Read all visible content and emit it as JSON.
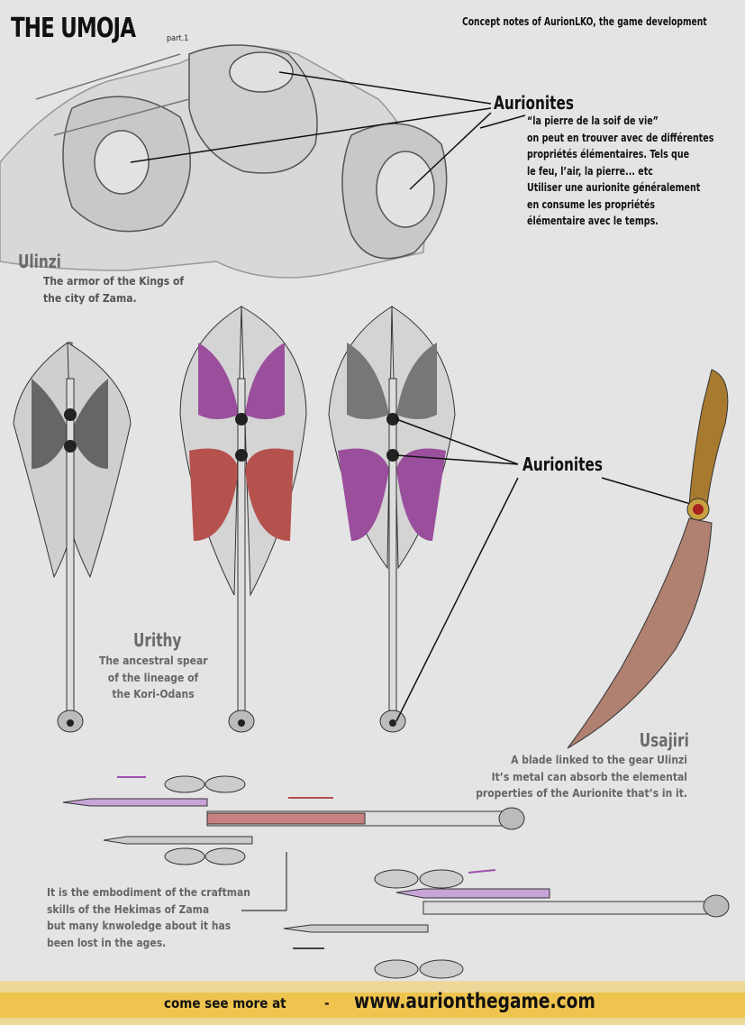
{
  "header": {
    "title": "THE UMOJA",
    "part": "part.1",
    "concept_notes": "Concept notes of AurionLKO, the game development"
  },
  "aurionites_top": {
    "label": "Aurionites",
    "notes": [
      "“la pierre de la soif de vie”",
      "on peut en trouver avec de différentes",
      "propriétés élémentaires. Tels que",
      "le feu, l’air, la pierre... etc",
      "Utiliser une aurionite généralement",
      "en consume les propriétés",
      "élémentaire avec le temps."
    ]
  },
  "ulinzi": {
    "title": "Ulinzi",
    "description": [
      "The armor of the Kings of",
      "the city of Zama."
    ]
  },
  "aurionites_mid": {
    "label": "Aurionites"
  },
  "urithy": {
    "title": "Urithy",
    "description": [
      "The ancestral spear",
      "of the lineage of",
      "the Kori-Odans"
    ]
  },
  "usajiri": {
    "title": "Usajiri",
    "description": [
      "A blade linked to the gear Ulinzi",
      "It’s metal can absorb the elemental",
      "properties of the Aurionite that’s in it."
    ]
  },
  "craft_note": [
    "It is the embodiment of the craftman",
    "skills of the Hekimas of Zama",
    "but many knwoledge about it has",
    "been lost in the ages."
  ],
  "footer": {
    "cta": "come see more at",
    "separator": "-",
    "url": "www.aurionthegame.com"
  },
  "colors": {
    "footer": "#efc44e",
    "purple": "#9a4f9c",
    "red": "#b5524e",
    "background": "#e4e4e4"
  }
}
